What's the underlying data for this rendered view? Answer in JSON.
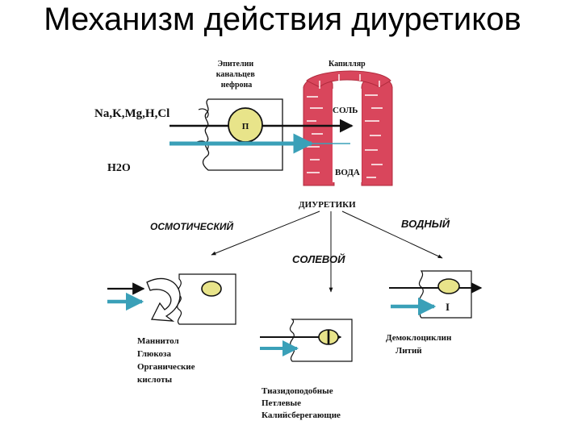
{
  "title": "Механизм действия диуретиков",
  "top": {
    "epithelium_label": [
      "Эпителии",
      "канальцев",
      "нефрона"
    ],
    "capillary_label": "Капилляр",
    "ions_label": "Na,K,Mg,H,Cl",
    "pump_label": "П",
    "water_label": "H2O",
    "salt_label": "СОЛЬ",
    "water_capillary_label": "ВОДА"
  },
  "diuretics_label": "ДИУРЕТИКИ",
  "branches": {
    "osmotic": {
      "label": "ОСМОТИЧЕСКИЙ",
      "drugs": [
        "Маннитол",
        "Глюкоза",
        "Органические",
        "кислоты"
      ]
    },
    "saline": {
      "label": "СОЛЕВОЙ",
      "drugs": [
        "Тиазидоподобные",
        "Петлевые",
        "Калийсберегающие"
      ]
    },
    "water": {
      "label": "ВОДНЫЙ",
      "drugs": [
        "Демоклоциклин",
        "Литий"
      ],
      "blocker_mark": "I"
    }
  },
  "colors": {
    "capillary_fill": "#d9465c",
    "capillary_mark": "#ffffff",
    "pump_fill": "#e8e48a",
    "water_arrow": "#3aa0b8",
    "ink": "#111111"
  }
}
